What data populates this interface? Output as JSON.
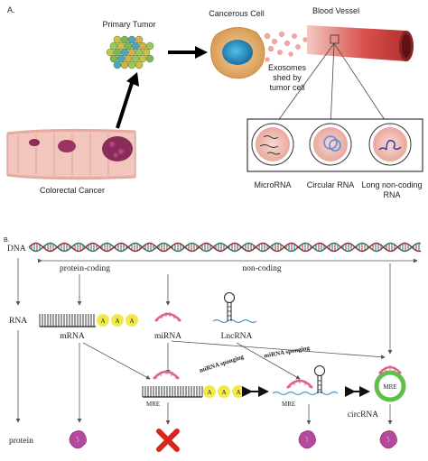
{
  "panelA": {
    "label": "A.",
    "primary_tumor": "Primary Tumor",
    "cancerous_cell": "Cancerous Cell",
    "blood_vessel": "Blood Vessel",
    "exosomes_line1": "Exosomes",
    "exosomes_line2": "shed by",
    "exosomes_line3": "tumor cell",
    "colorectal_cancer": "Colorectal Cancer",
    "microrna": "MicroRNA",
    "circular_rna": "Circular RNA",
    "lncrna_line1": "Long non-coding",
    "lncrna_line2": "RNA"
  },
  "panelB": {
    "label": "B.",
    "dna": "DNA",
    "rna": "RNA",
    "protein": "protein",
    "protein_coding": "protein-coding",
    "non_coding": "non-coding",
    "mrna": "mRNA",
    "mirna": "miRNA",
    "lncrna": "LncRNA",
    "circrna": "circRNA",
    "mre": "MRE",
    "mirna_sponging": "miRNA sponging",
    "polyA": "A"
  },
  "colors": {
    "mirna_pink": "#e0608a",
    "polyA_yellow": "#f4e94a",
    "cross_red": "#d9261c",
    "protein_purple": "#b5479c",
    "circ_green": "#5fbf4a",
    "vessel_red": "#c53a3a",
    "cell_blue": "#1f8fc6"
  }
}
